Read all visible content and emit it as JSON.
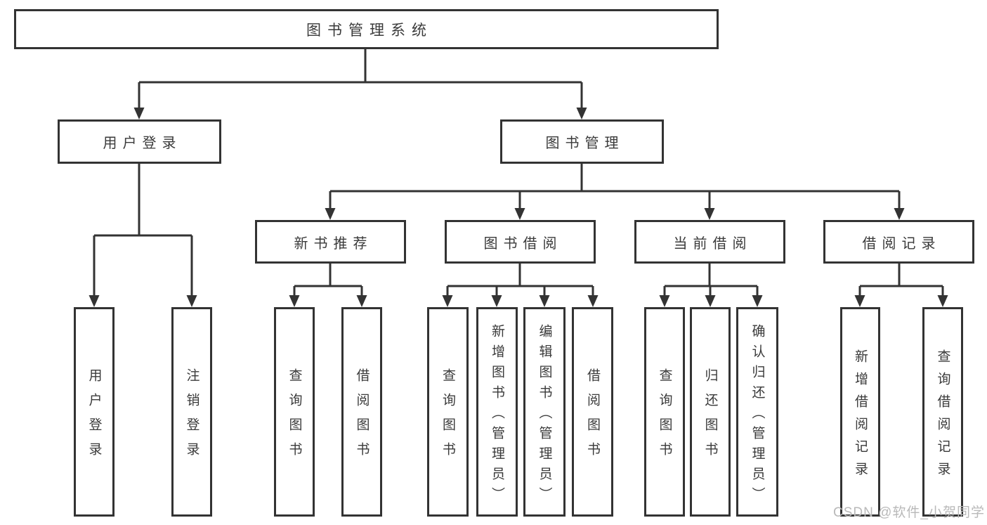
{
  "diagram": {
    "type": "functional-structure-tree",
    "title": "图书管理系统",
    "hierarchy": {
      "label": "图书管理系统",
      "children": [
        {
          "label": "用户登录",
          "children": [
            {
              "label": "用户登录"
            },
            {
              "label": "注销登录"
            }
          ]
        },
        {
          "label": "图书管理",
          "children": [
            {
              "label": "新书推荐",
              "children": [
                {
                  "label": "查询图书"
                },
                {
                  "label": "借阅图书"
                }
              ]
            },
            {
              "label": "图书借阅",
              "children": [
                {
                  "label": "查询图书"
                },
                {
                  "label": "新增图书（管理员）"
                },
                {
                  "label": "编辑图书（管理员）"
                },
                {
                  "label": "借阅图书"
                }
              ]
            },
            {
              "label": "当前借阅",
              "children": [
                {
                  "label": "查询图书"
                },
                {
                  "label": "归还图书"
                },
                {
                  "label": "确认归还（管理员）"
                }
              ]
            },
            {
              "label": "借阅记录",
              "children": [
                {
                  "label": "新增借阅记录"
                },
                {
                  "label": "查询借阅记录"
                }
              ]
            }
          ]
        }
      ]
    }
  },
  "nodes": {
    "root": {
      "label": "图书管理系统"
    },
    "user_login": {
      "label": "用户登录"
    },
    "book_mgmt": {
      "label": "图书管理"
    },
    "new_book_rec": {
      "label": "新书推荐"
    },
    "book_borrow": {
      "label": "图书借阅"
    },
    "current_borrow": {
      "label": "当前借阅"
    },
    "borrow_records": {
      "label": "借阅记录"
    },
    "leaf_user_login": {
      "label": "用户登录"
    },
    "leaf_logout": {
      "label": "注销登录"
    },
    "leaf_nb_query": {
      "label": "查询图书"
    },
    "leaf_nb_borrow": {
      "label": "借阅图书"
    },
    "leaf_bb_query": {
      "label": "查询图书"
    },
    "leaf_bb_add": {
      "label": "新增图书（管理员）"
    },
    "leaf_bb_edit": {
      "label": "编辑图书（管理员）"
    },
    "leaf_bb_borrow": {
      "label": "借阅图书"
    },
    "leaf_cb_query": {
      "label": "查询图书"
    },
    "leaf_cb_return": {
      "label": "归还图书"
    },
    "leaf_cb_confirm": {
      "label": "确认归还（管理员）"
    },
    "leaf_br_add": {
      "label": "新增借阅记录"
    },
    "leaf_br_query": {
      "label": "查询借阅记录"
    }
  },
  "watermark": {
    "text": "CSDN @软件_小贺同学"
  },
  "colors": {
    "line": "#333333",
    "box_border": "#333333",
    "text": "#3a3a3a",
    "background": "#ffffff",
    "watermark": "#b9b9b9"
  }
}
